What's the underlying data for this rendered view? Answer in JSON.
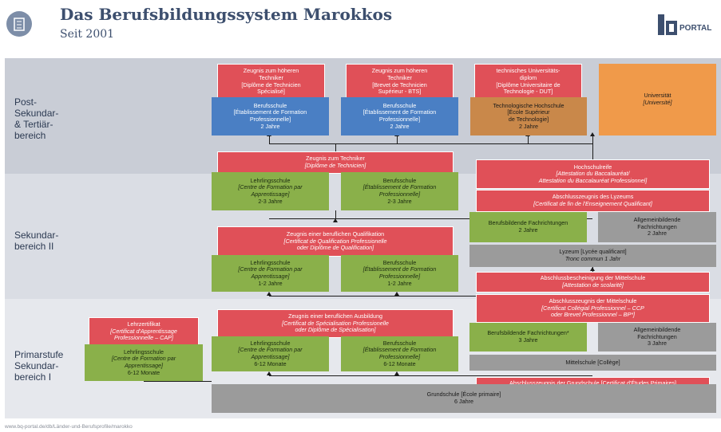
{
  "header": {
    "title": "Das Berufsbildungssystem Marokkos",
    "subtitle": "Seit 2001",
    "icon": "building-icon",
    "logo_text": "PORTAL"
  },
  "levels": {
    "post": [
      "Post-",
      "Sekundar-",
      "& Tertiär-",
      "bereich"
    ],
    "sek2": [
      "Sekundar-",
      "bereich II"
    ],
    "prim": [
      "Primarstufe",
      "Sekundar-",
      "bereich I"
    ]
  },
  "boxes": {
    "zeugnis_hoeher_tech": [
      "Zeugnis zum höheren",
      "Techniker",
      "[Diplôme de Technicien",
      "Spécialisé]"
    ],
    "berufsschule_post": [
      "Berufsschule",
      "[Établissement de Formation",
      "Professionnelle]",
      "2 Jahre"
    ],
    "zeugnis_hoeher_bts": [
      "Zeugnis zum höheren",
      "Techniker",
      "[Brevet de Technicien",
      "Supérieur - BTS]"
    ],
    "berufsschule_bts": [
      "Berufsschule",
      "[Établissement de Formation",
      "Professionnelle]",
      "2 Jahre"
    ],
    "dut": [
      "technisches Universitäts-",
      "diplom",
      "[Diplôme Universitaire de",
      "Technologie - DUT]"
    ],
    "tech_hochschule": [
      "Technologische Hochschule",
      "[École Supérieur",
      "de Technologie]",
      "2 Jahre"
    ],
    "universitaet": [
      "Universität",
      "[Université]"
    ],
    "zeugnis_techniker": [
      "Zeugnis zum Techniker",
      "[Diplôme de Technicien]"
    ],
    "lehrling_s2a": [
      "Lehrlingsschule",
      "[Centre de Formation par",
      "Apprentissage]",
      "2-3 Jahre"
    ],
    "berufsschule_s2a": [
      "Berufsschule",
      "[Établissement de Formation",
      "Professionnelle]",
      "2-3 Jahre"
    ],
    "hochschulreife": [
      "Hochschulreife",
      "[Attestation du Baccalauréat/",
      "Attestation du Baccalauréat Professionnel]"
    ],
    "abschluss_lyzeum": [
      "Abschlusszeugnis des Lyzeums",
      "[Certificat de fin de l'Enseignement Qualificant]"
    ],
    "bb_fachrichtungen_2": [
      "Berufsbildende Fachrichtungen",
      "2 Jahre"
    ],
    "ab_fachrichtungen_2": [
      "Allgemeinbildende",
      "Fachrichtungen",
      "2 Jahre"
    ],
    "zeugnis_quali": [
      "Zeugnis einer beruflichen Qualifikation",
      "[Certificat de Qualification Professionelle",
      "oder Diplôme de Qualification]"
    ],
    "lyzeum": [
      "Lyzeum [Lycée qualificant]",
      "Tronc commun 1 Jahr"
    ],
    "lehrling_s2b": [
      "Lehrlingsschule",
      "[Centre de Formation par",
      "Apprentissage]",
      "1-2 Jahre"
    ],
    "berufsschule_s2b": [
      "Berufsschule",
      "[Établissement de Formation",
      "Professionnelle]",
      "1-2 Jahre"
    ],
    "abschlussbesch_mittel": [
      "Abschlussbescheinigung der Mittelschule",
      "[Attestation de scolarité]"
    ],
    "abschluss_mittel": [
      "Abschlusszeugnis der Mittelschule",
      "[Certificat Collégial Professionnel – CCP",
      "oder Brevet Professionnel – BP*]"
    ],
    "zeugnis_ausbildung": [
      "Zeugnis einer beruflichen Ausbildung",
      "[Certificat de Spécialisation Professionelle",
      "oder Diplôme de Spécialisation]"
    ],
    "lehrzertifikat": [
      "Lehrzertifikat",
      "[Certificat d'Apprentissage",
      "Professionnelle – CAP]"
    ],
    "lehrling_prim": [
      "Lehrlingsschule",
      "[Centre de Formation par",
      "Apprentissage]",
      "6-12 Monate"
    ],
    "lehrling_s1": [
      "Lehrlingsschule",
      "[Centre de Formation par",
      "Apprentissage]",
      "6-12 Monate"
    ],
    "berufsschule_s1": [
      "Berufsschule",
      "[Établissement de Formation",
      "Professionnelle]",
      "6-12 Monate"
    ],
    "bb_fachrichtungen_3": [
      "Berufsbildende Fachrichtungen*",
      "3 Jahre"
    ],
    "ab_fachrichtungen_3": [
      "Allgemeinbildende",
      "Fachrichtungen",
      "3 Jahre"
    ],
    "mittelschule": [
      "Mittelschule [Collège]"
    ],
    "abschluss_grund": [
      "Abschlusszeugnis der Grundschule [Certificat d'Études Primaires]"
    ],
    "grundschule": [
      "Grundschule [École primaire]",
      "6 Jahre"
    ]
  },
  "footer": {
    "url": "www.bq-portal.de/db/Länder-und-Berufsprofile/marokko"
  },
  "colors": {
    "red": "#e05058",
    "blue": "#4a7fc4",
    "orange": "#f09a4a",
    "brown": "#c9884a",
    "green": "#8ab04a",
    "gray": "#9b9b9b"
  }
}
